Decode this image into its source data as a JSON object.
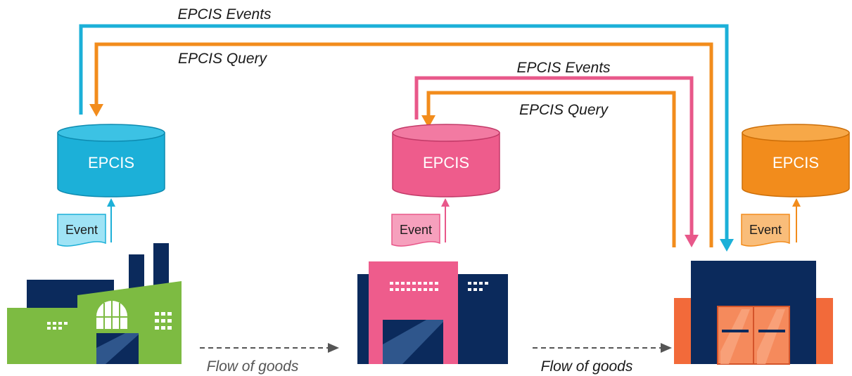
{
  "colors": {
    "blue": "#1cb0d8",
    "pink": "#e8588a",
    "orange": "#f28c1c",
    "navy": "#0b2a5c",
    "green": "#7dbb42",
    "building_pink": "#ee5c8c",
    "warehouse_orange": "#f26a3a",
    "door_orange": "#f58a5c",
    "flow_gray": "#555555"
  },
  "databases": [
    {
      "label": "EPCIS"
    },
    {
      "label": "EPCIS"
    },
    {
      "label": "EPCIS"
    }
  ],
  "events": [
    {
      "label": "Event"
    },
    {
      "label": "Event"
    },
    {
      "label": "Event"
    }
  ],
  "arrows": {
    "top_events": "EPCIS Events",
    "top_query": "EPCIS Query",
    "mid_events": "EPCIS Events",
    "mid_query": "EPCIS Query"
  },
  "flows": [
    {
      "label": "Flow of goods"
    },
    {
      "label": "Flow of goods"
    }
  ],
  "icons": [
    "factory-icon",
    "distribution-center-icon",
    "warehouse-icon",
    "database-icon",
    "document-icon"
  ]
}
